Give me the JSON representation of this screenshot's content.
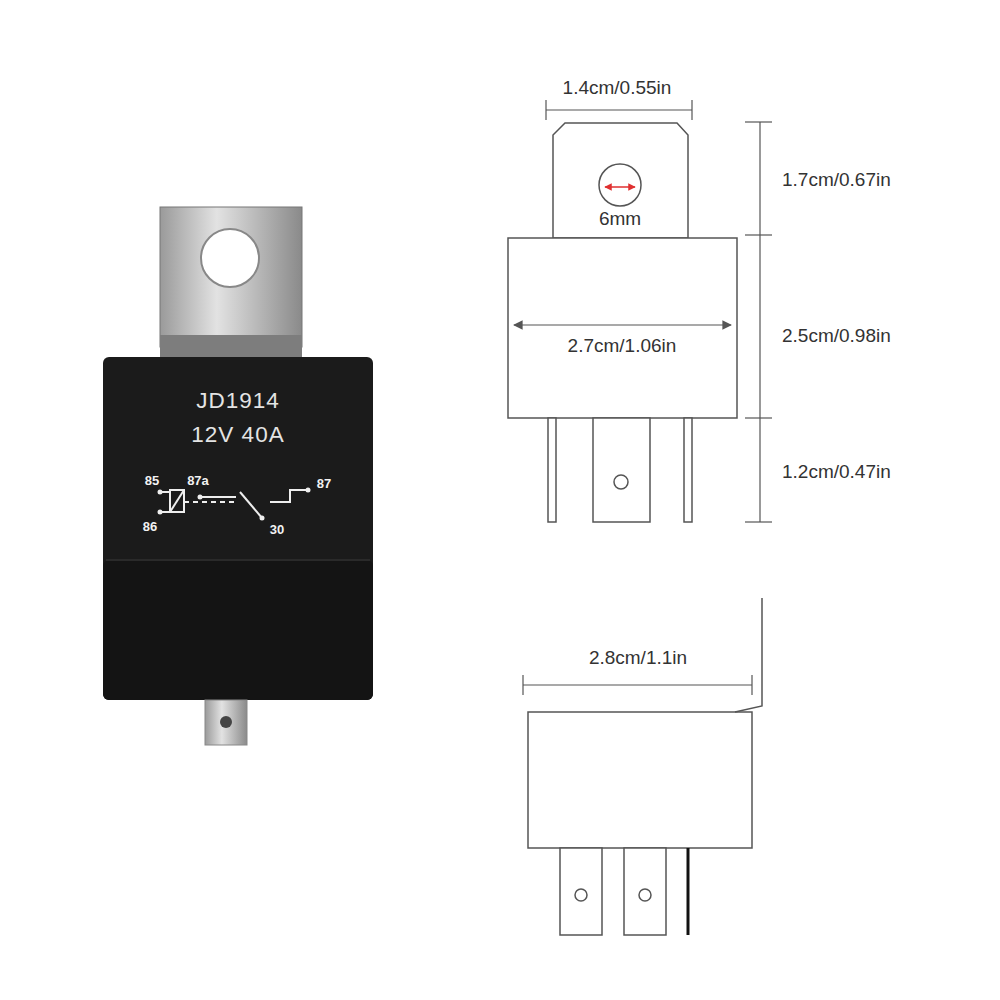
{
  "diagram": {
    "nodes": [
      {
        "text": [
          "JD1914",
          "12V 40A"
        ]
      }
    ],
    "labels": [
      "1.4cm/0.55in",
      "1.7cm/0.67in",
      "6mm",
      "2.7cm/1.06in",
      "2.5cm/0.98in",
      "1.2cm/0.47in",
      "2.8cm/1.1in",
      "85",
      "87a",
      "87",
      "86",
      "30"
    ]
  }
}
